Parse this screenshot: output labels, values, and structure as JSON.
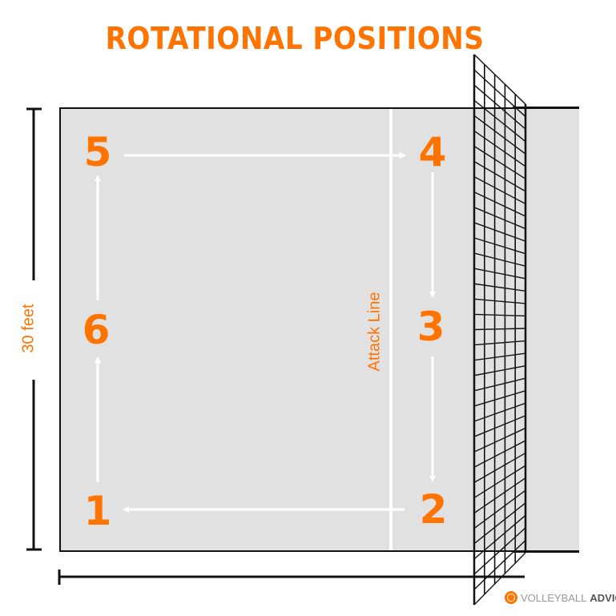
{
  "title": "ROTATIONAL POSITIONS",
  "attack_line_label": "Attack Line",
  "dimension_label": "30 feet",
  "positions": [
    {
      "number": "5"
    },
    {
      "number": "4"
    },
    {
      "number": "6"
    },
    {
      "number": "3"
    },
    {
      "number": "1"
    },
    {
      "number": "2"
    }
  ],
  "logo": {
    "word1": "VOLLEYBALL",
    "word2": "ADVICE",
    "icon": "volleyball-icon"
  },
  "colors": {
    "accent": "#ff7300",
    "court": "#e1e1e1",
    "line": "#ffffff",
    "net": "#111111"
  }
}
